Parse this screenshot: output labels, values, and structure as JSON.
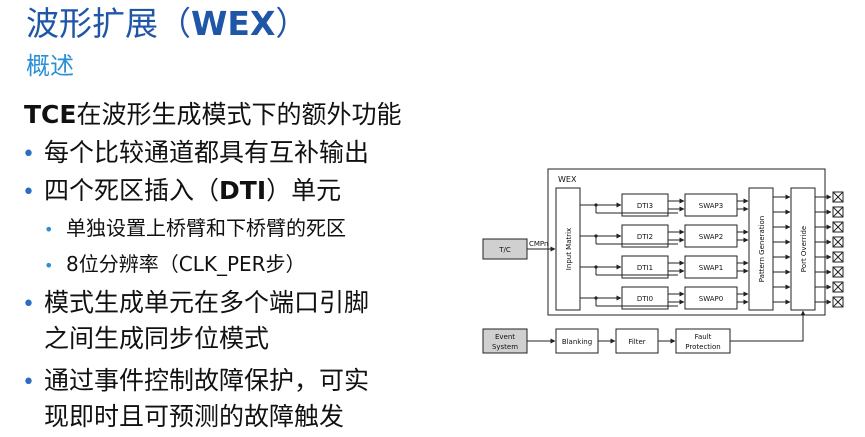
{
  "title": {
    "main": "波形扩展（",
    "acronym": "WEX",
    "close": "）"
  },
  "subtitle": "概述",
  "lead": {
    "bold": "TCE",
    "rest": "在波形生成模式下的额外功能"
  },
  "bullets": [
    {
      "text": "每个比较通道都具有互补输出"
    },
    {
      "prefix": "四个死区插入（",
      "bold": "DTI",
      "suffix": "）单元"
    },
    {
      "text": "模式生成单元在多个端口引脚",
      "cont": "之间生成同步位模式"
    },
    {
      "text": "通过事件控制故障保护，可实",
      "cont": "现即时且可预测的故障触发"
    }
  ],
  "subbullets": [
    "单独设置上桥臂和下桥臂的死区",
    "8位分辨率（CLK_PER步）"
  ],
  "diagram": {
    "wex_label": "WEX",
    "tc_label": "T/C",
    "cmp_label": "CMPn",
    "event_label": [
      "Event",
      "System"
    ],
    "input_matrix": "Input Matrix",
    "pattern_generation": "Pattern Generation",
    "port_override": "Port Override",
    "dti": [
      "DTI3",
      "DTI2",
      "DTI1",
      "DTI0"
    ],
    "swap": [
      "SWAP3",
      "SWAP2",
      "SWAP1",
      "SWAP0"
    ],
    "blanking": "Blanking",
    "filter": "Filter",
    "fault": [
      "Fault",
      "Protection"
    ],
    "colors": {
      "gray_box": "#d0d0d0",
      "line": "#222222"
    }
  }
}
